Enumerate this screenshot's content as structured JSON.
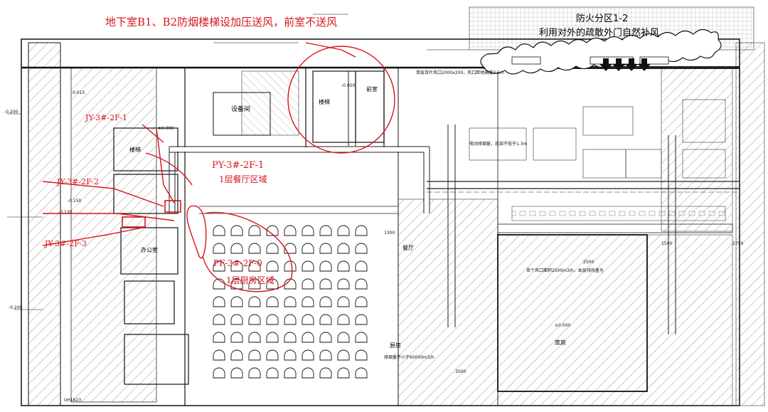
{
  "drawing": {
    "title_main": "地下室B1、B2防烟楼梯设加压送风，前室不送风",
    "zone_title": "防火分区1-2",
    "zone_sub": "利用对外的疏散外门自然补风",
    "tags": {
      "jy1": "JY-3#-2F-1",
      "jy2": "JY-3#-2F-2",
      "jy3": "JY-3#-2F-3",
      "py": "PY-3#-2F-1",
      "py_note": "1层餐厅区域",
      "pf": "PF-3#-2F-0",
      "pf_note": "1层厨房区域"
    },
    "rooms": {
      "stair_a": "楼梯",
      "stair_b": "楼梯",
      "front_room": "前室",
      "dining": "餐厅",
      "kitchen": "厨房",
      "equip": "设备间",
      "office": "办公室",
      "storage": "库房"
    },
    "levels": [
      "-0.200",
      "-0.015",
      "±0.000",
      "-0.050",
      "-0.130",
      "-0.150",
      "±0.000",
      "-0.200"
    ],
    "dims": [
      "1300",
      "2500",
      "2750",
      "1500",
      "3500",
      "UH1623"
    ],
    "notes": [
      "单层百叶风口2000x200，风口距地高度3.5m",
      "单个风口面积2500m3/h，本层排风量为",
      "电动排烟窗，底部不低于1.3m",
      "排烟量不小于60000m3/h"
    ]
  }
}
